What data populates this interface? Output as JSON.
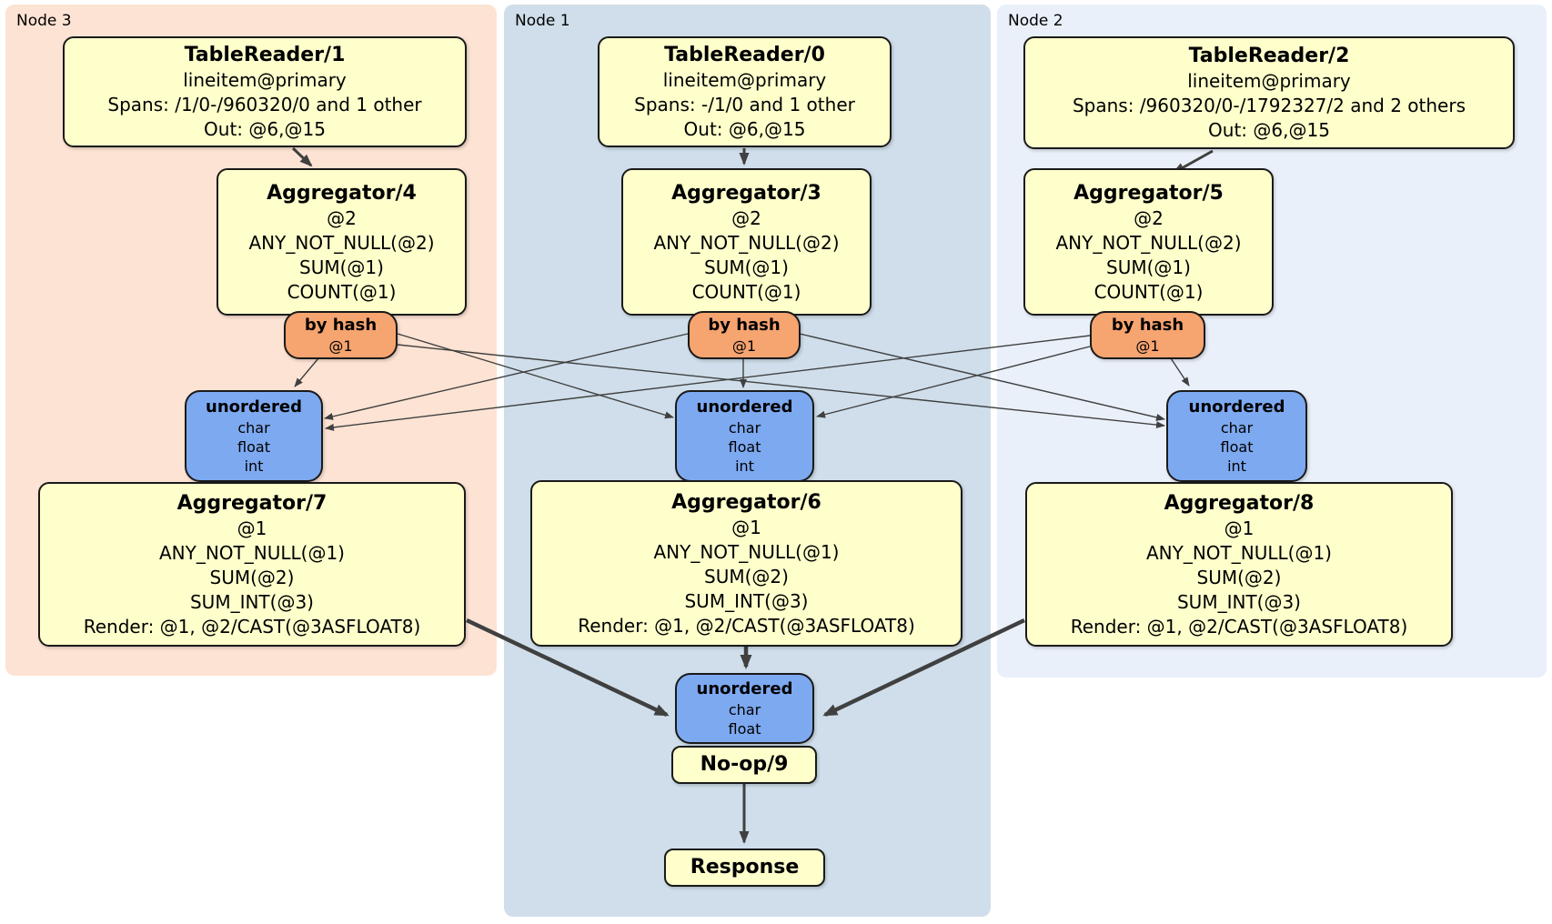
{
  "panels": [
    {
      "label": "Node 3",
      "table_reader": {
        "title": "TableReader/1",
        "lines": [
          "lineitem@primary",
          "Spans: /1/0-/960320/0 and 1 other",
          "Out: @6,@15"
        ]
      },
      "aggregator_top": {
        "title": "Aggregator/4",
        "lines": [
          "@2",
          "ANY_NOT_NULL(@2)",
          "SUM(@1)",
          "COUNT(@1)"
        ]
      },
      "router": {
        "title": "by hash",
        "lines": [
          "@1"
        ]
      },
      "sync": {
        "title": "unordered",
        "lines": [
          "char",
          "float",
          "int"
        ]
      },
      "aggregator_bottom": {
        "title": "Aggregator/7",
        "lines": [
          "@1",
          "ANY_NOT_NULL(@1)",
          "SUM(@2)",
          "SUM_INT(@3)",
          "Render: @1, @2/CAST(@3ASFLOAT8)"
        ]
      }
    },
    {
      "label": "Node 1",
      "table_reader": {
        "title": "TableReader/0",
        "lines": [
          "lineitem@primary",
          "Spans: -/1/0 and 1 other",
          "Out: @6,@15"
        ]
      },
      "aggregator_top": {
        "title": "Aggregator/3",
        "lines": [
          "@2",
          "ANY_NOT_NULL(@2)",
          "SUM(@1)",
          "COUNT(@1)"
        ]
      },
      "router": {
        "title": "by hash",
        "lines": [
          "@1"
        ]
      },
      "sync": {
        "title": "unordered",
        "lines": [
          "char",
          "float",
          "int"
        ]
      },
      "aggregator_bottom": {
        "title": "Aggregator/6",
        "lines": [
          "@1",
          "ANY_NOT_NULL(@1)",
          "SUM(@2)",
          "SUM_INT(@3)",
          "Render: @1, @2/CAST(@3ASFLOAT8)"
        ]
      }
    },
    {
      "label": "Node 2",
      "table_reader": {
        "title": "TableReader/2",
        "lines": [
          "lineitem@primary",
          "Spans: /960320/0-/1792327/2 and 2 others",
          "Out: @6,@15"
        ]
      },
      "aggregator_top": {
        "title": "Aggregator/5",
        "lines": [
          "@2",
          "ANY_NOT_NULL(@2)",
          "SUM(@1)",
          "COUNT(@1)"
        ]
      },
      "router": {
        "title": "by hash",
        "lines": [
          "@1"
        ]
      },
      "sync": {
        "title": "unordered",
        "lines": [
          "char",
          "float",
          "int"
        ]
      },
      "aggregator_bottom": {
        "title": "Aggregator/8",
        "lines": [
          "@1",
          "ANY_NOT_NULL(@1)",
          "SUM(@2)",
          "SUM_INT(@3)",
          "Render: @1, @2/CAST(@3ASFLOAT8)"
        ]
      }
    }
  ],
  "output_chain": {
    "sync": {
      "title": "unordered",
      "lines": [
        "char",
        "float"
      ]
    },
    "noop": {
      "title": "No-op/9"
    },
    "response": {
      "title": "Response"
    }
  },
  "colors": {
    "page_bg": "#ffffff",
    "panel_node3_bg": "#fde3d3",
    "panel_node1_bg": "#cfdeea",
    "panel_node2_bg": "#eaf0fa",
    "processor_bg": "#ffffcc",
    "router_bg": "#f6a470",
    "sync_bg": "#7da9f0",
    "edge": "#404040",
    "node_border": "#1a1a1a",
    "text": "#000000"
  }
}
